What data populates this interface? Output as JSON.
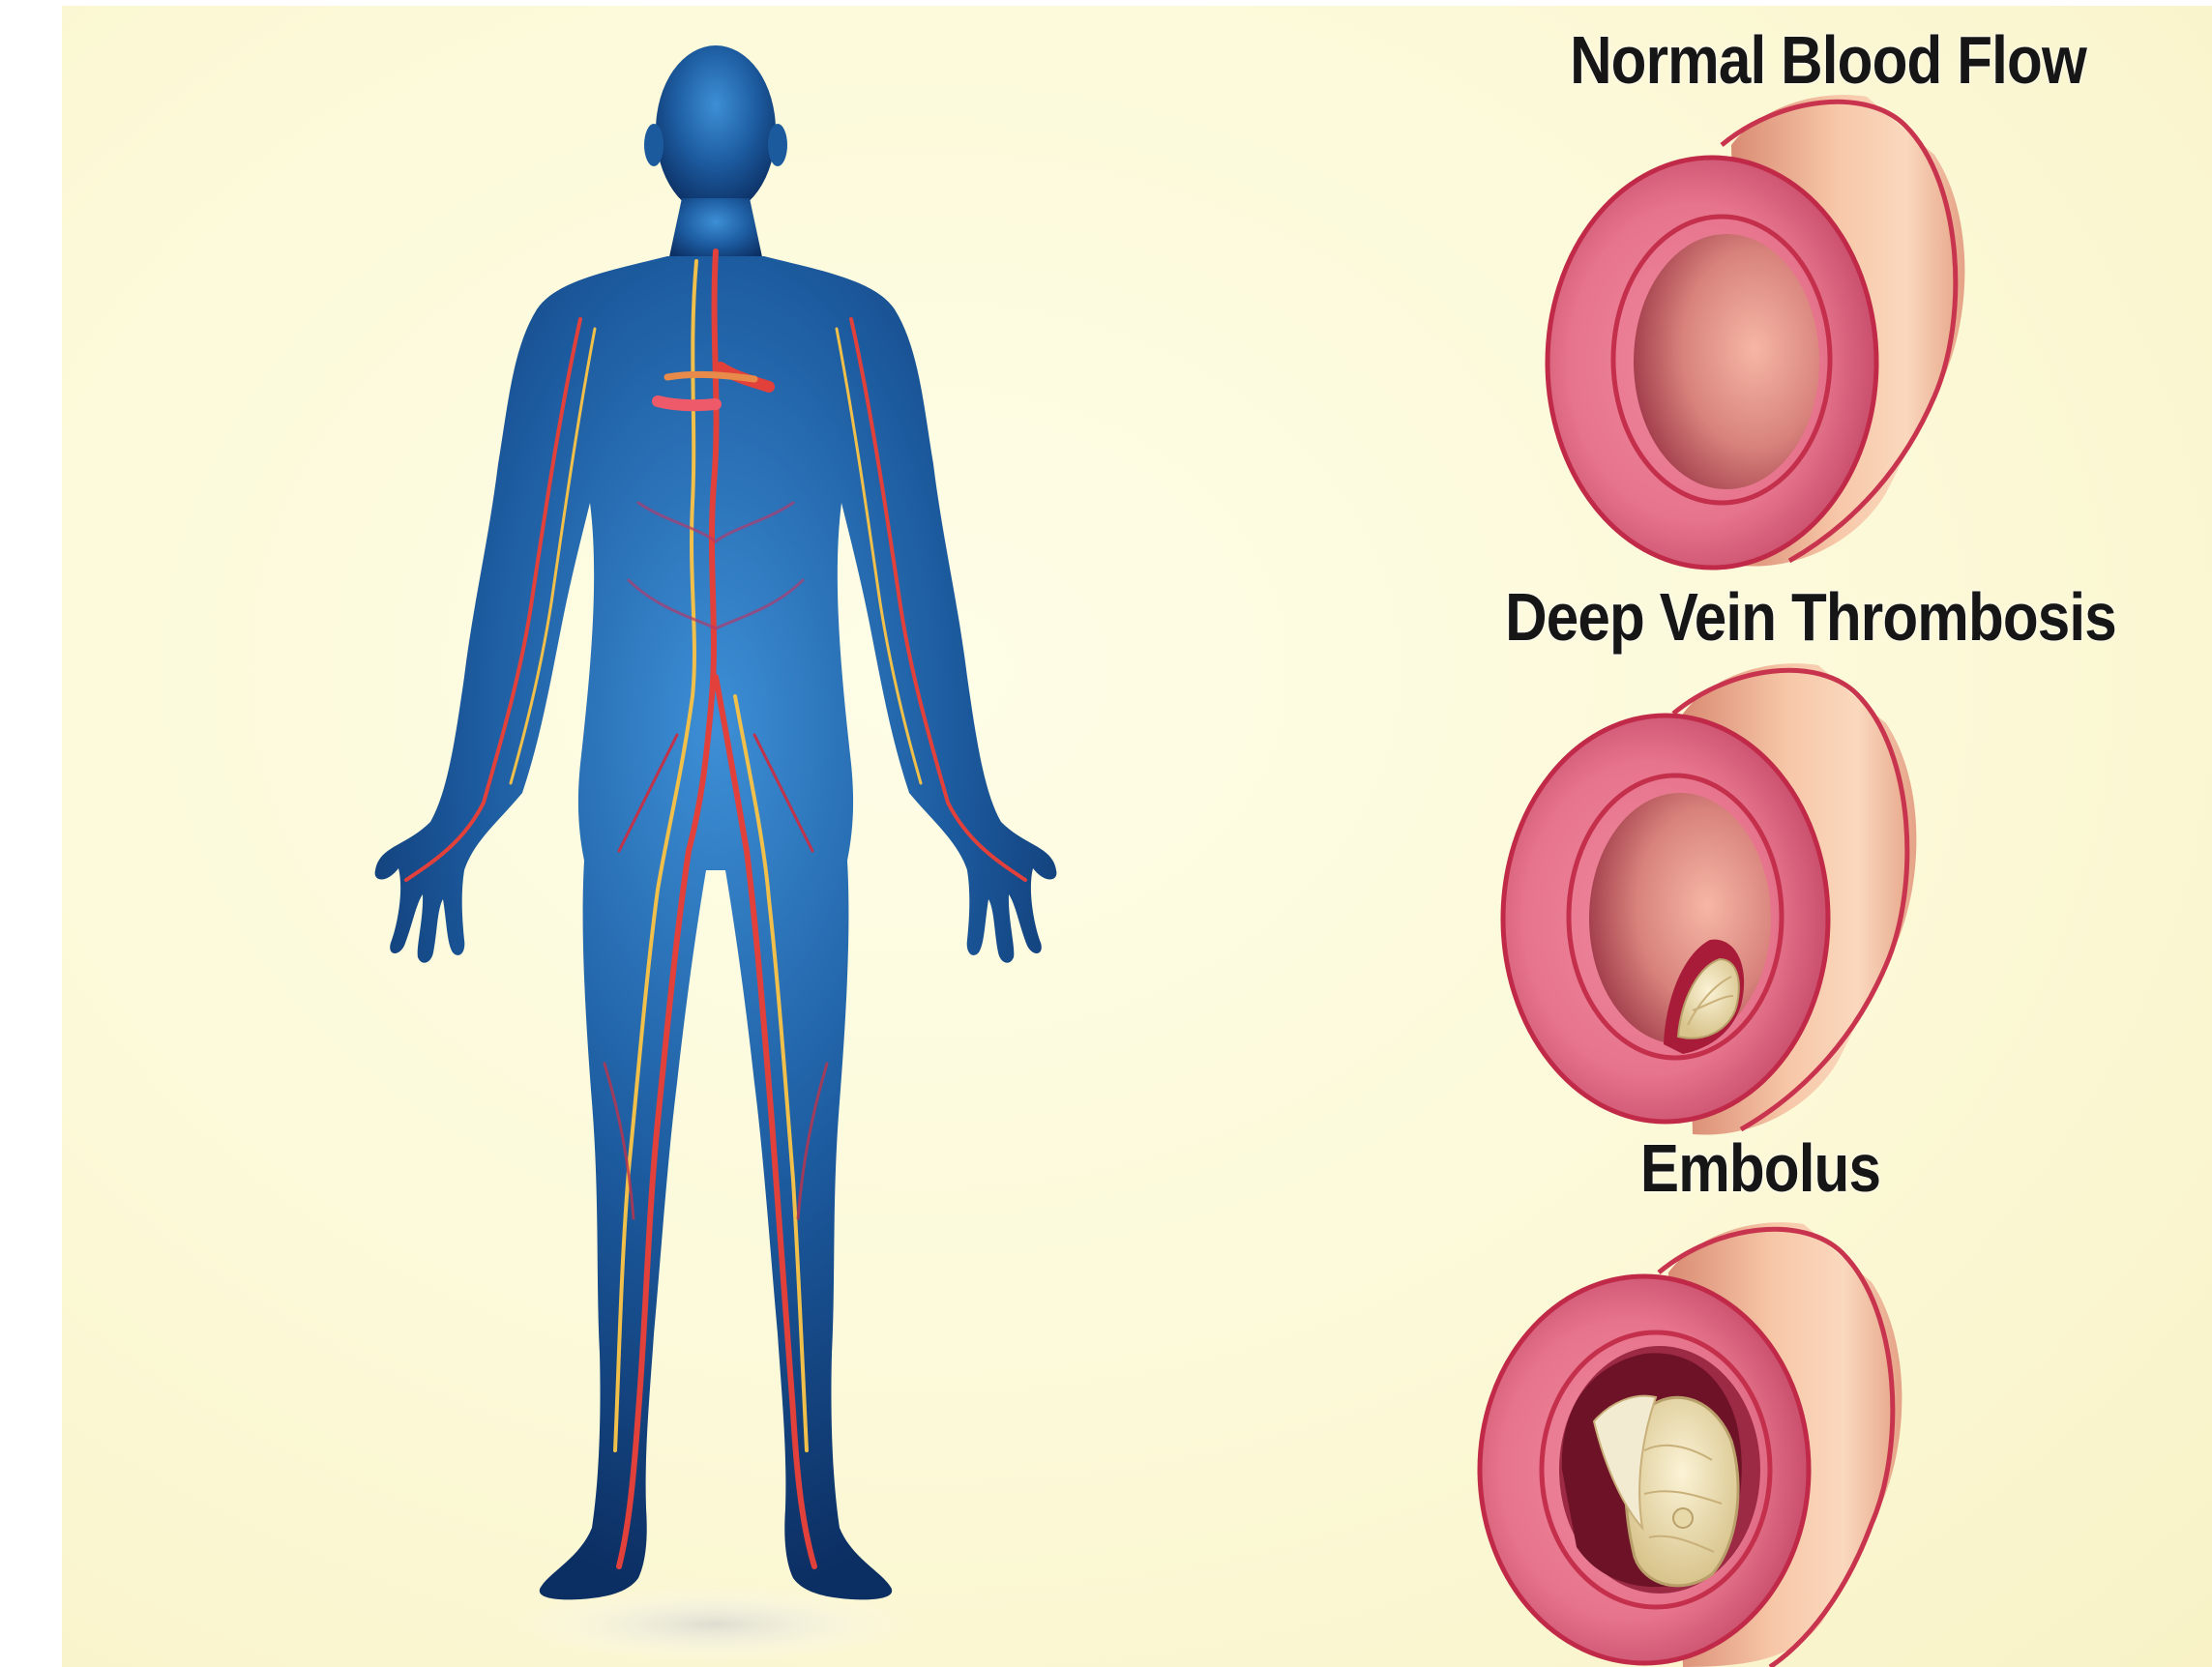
{
  "labels": {
    "normal": "Normal Blood Flow",
    "dvt": "Deep Vein Thrombosis",
    "embolus": "Embolus"
  },
  "colors": {
    "background": "#fcf9d8",
    "body": "#1f5b9c",
    "vessel_outer": "#f0b49c",
    "vessel_wall": "#e56f86",
    "vessel_rim": "#b8173f",
    "clot": "#f2e6c0",
    "text": "#161616"
  },
  "icons": {
    "body": "human-circulatory-system",
    "vessel": "blood-vessel-cross-section",
    "clot": "blood-clot"
  }
}
